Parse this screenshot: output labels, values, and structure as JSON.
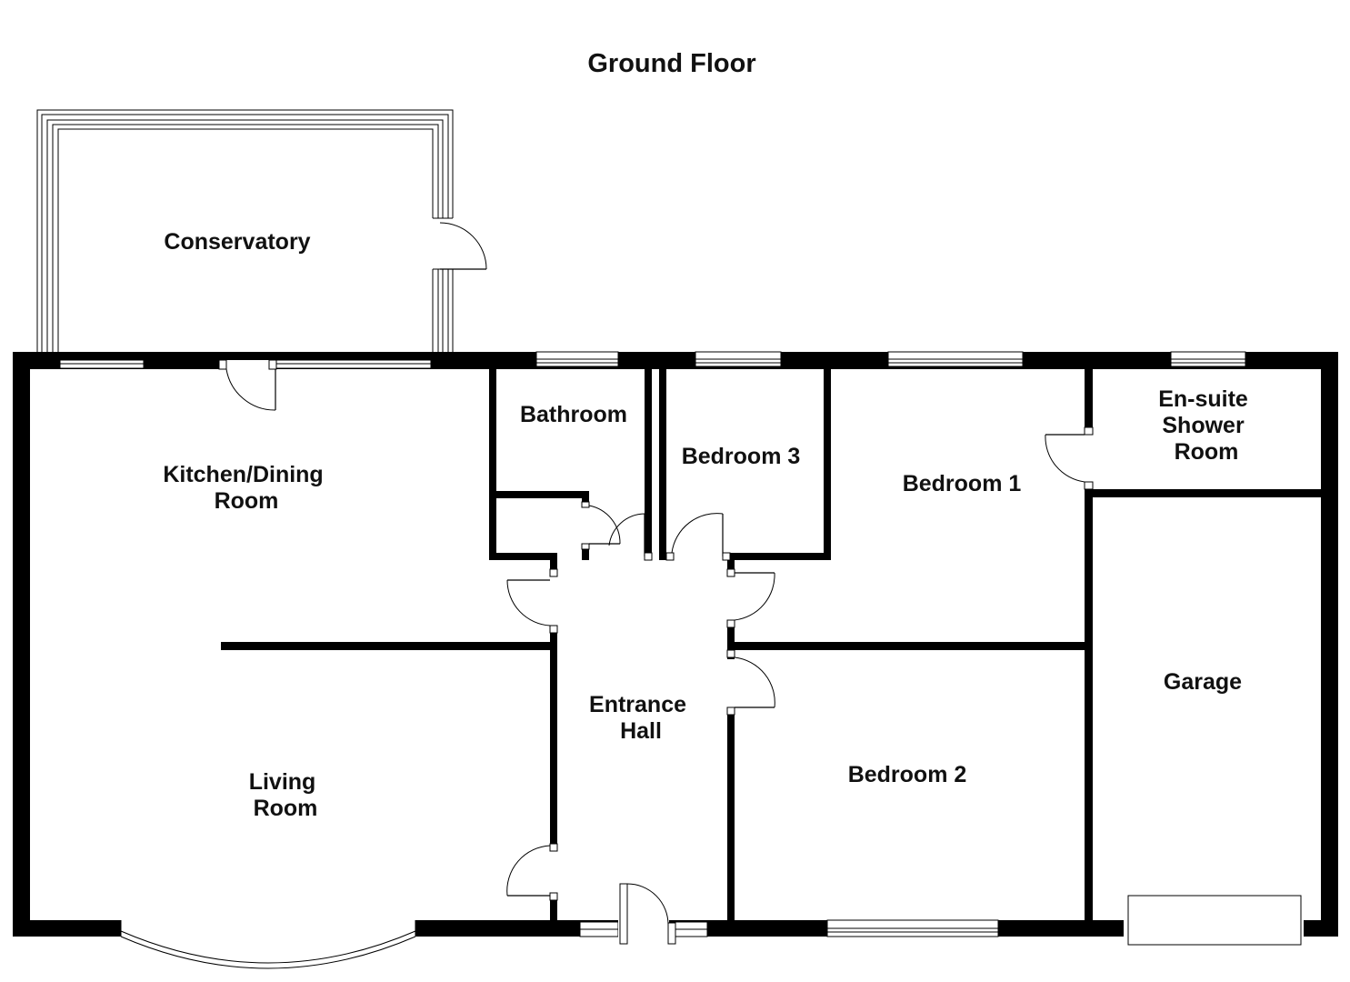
{
  "title": "Ground Floor",
  "rooms": {
    "conservatory": [
      "Conservatory"
    ],
    "kitchen_dining": [
      "Kitchen/Dining",
      "Room"
    ],
    "bathroom": [
      "Bathroom"
    ],
    "bedroom_3": [
      "Bedroom 3"
    ],
    "bedroom_1": [
      "Bedroom 1"
    ],
    "ensuite": [
      "En-suite",
      "Shower",
      "Room"
    ],
    "living_room": [
      "Living",
      "Room"
    ],
    "entrance_hall": [
      "Entrance",
      "Hall"
    ],
    "bedroom_2": [
      "Bedroom 2"
    ],
    "garage": [
      "Garage"
    ]
  },
  "colors": {
    "wall": "#000000",
    "background": "#ffffff",
    "text": "#111111"
  }
}
